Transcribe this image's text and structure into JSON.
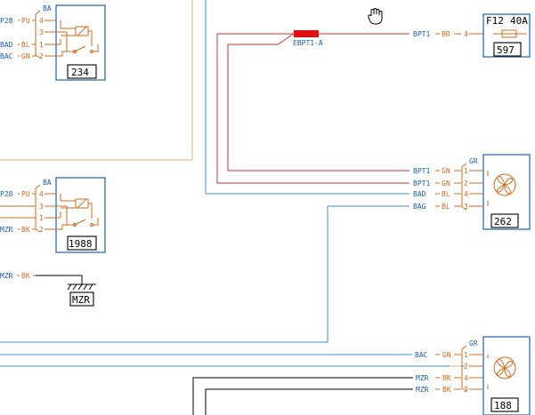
{
  "relay_top": {
    "connector": "BA",
    "pins": [
      {
        "wire": "P28",
        "color": "PU",
        "num": "4"
      },
      {
        "wire": "",
        "color": "",
        "num": "3"
      },
      {
        "wire": "BAD",
        "color": "BL",
        "num": "1"
      },
      {
        "wire": "BAC",
        "color": "GN",
        "num": "2"
      }
    ],
    "ref": "234"
  },
  "relay_mid": {
    "connector": "BA",
    "pins": [
      {
        "wire": "P28",
        "color": "PU",
        "num": "4"
      },
      {
        "wire": "",
        "color": "",
        "num": "3"
      },
      {
        "wire": "",
        "color": "",
        "num": "1"
      },
      {
        "wire": "MZR",
        "color": "BK",
        "num": "2"
      }
    ],
    "ref": "1988"
  },
  "ground": {
    "wire": "MZR",
    "color": "BK",
    "label": "MZR"
  },
  "fuse": {
    "wire": "BPT1",
    "color": "BR",
    "num": "4",
    "title": "F12",
    "rating": "40A",
    "ref": "597"
  },
  "splice": {
    "label": "EBPT1-A"
  },
  "fan_top": {
    "connector": "GR",
    "pins": [
      {
        "wire": "BPT1",
        "color": "GN",
        "num": "1"
      },
      {
        "wire": "BPT1",
        "color": "GN",
        "num": "2"
      },
      {
        "wire": "BAD",
        "color": "BL",
        "num": "4"
      },
      {
        "wire": "BAG",
        "color": "BL",
        "num": "3"
      }
    ],
    "ref": "262"
  },
  "fan_bottom": {
    "connector": "GR",
    "pins": [
      {
        "wire": "BAC",
        "color": "GN",
        "num": "1"
      },
      {
        "wire": "",
        "color": "",
        "num": "2"
      },
      {
        "wire": "MZR",
        "color": "BK",
        "num": "4"
      },
      {
        "wire": "MZR",
        "color": "BK",
        "num": "3"
      }
    ],
    "ref": "188"
  }
}
